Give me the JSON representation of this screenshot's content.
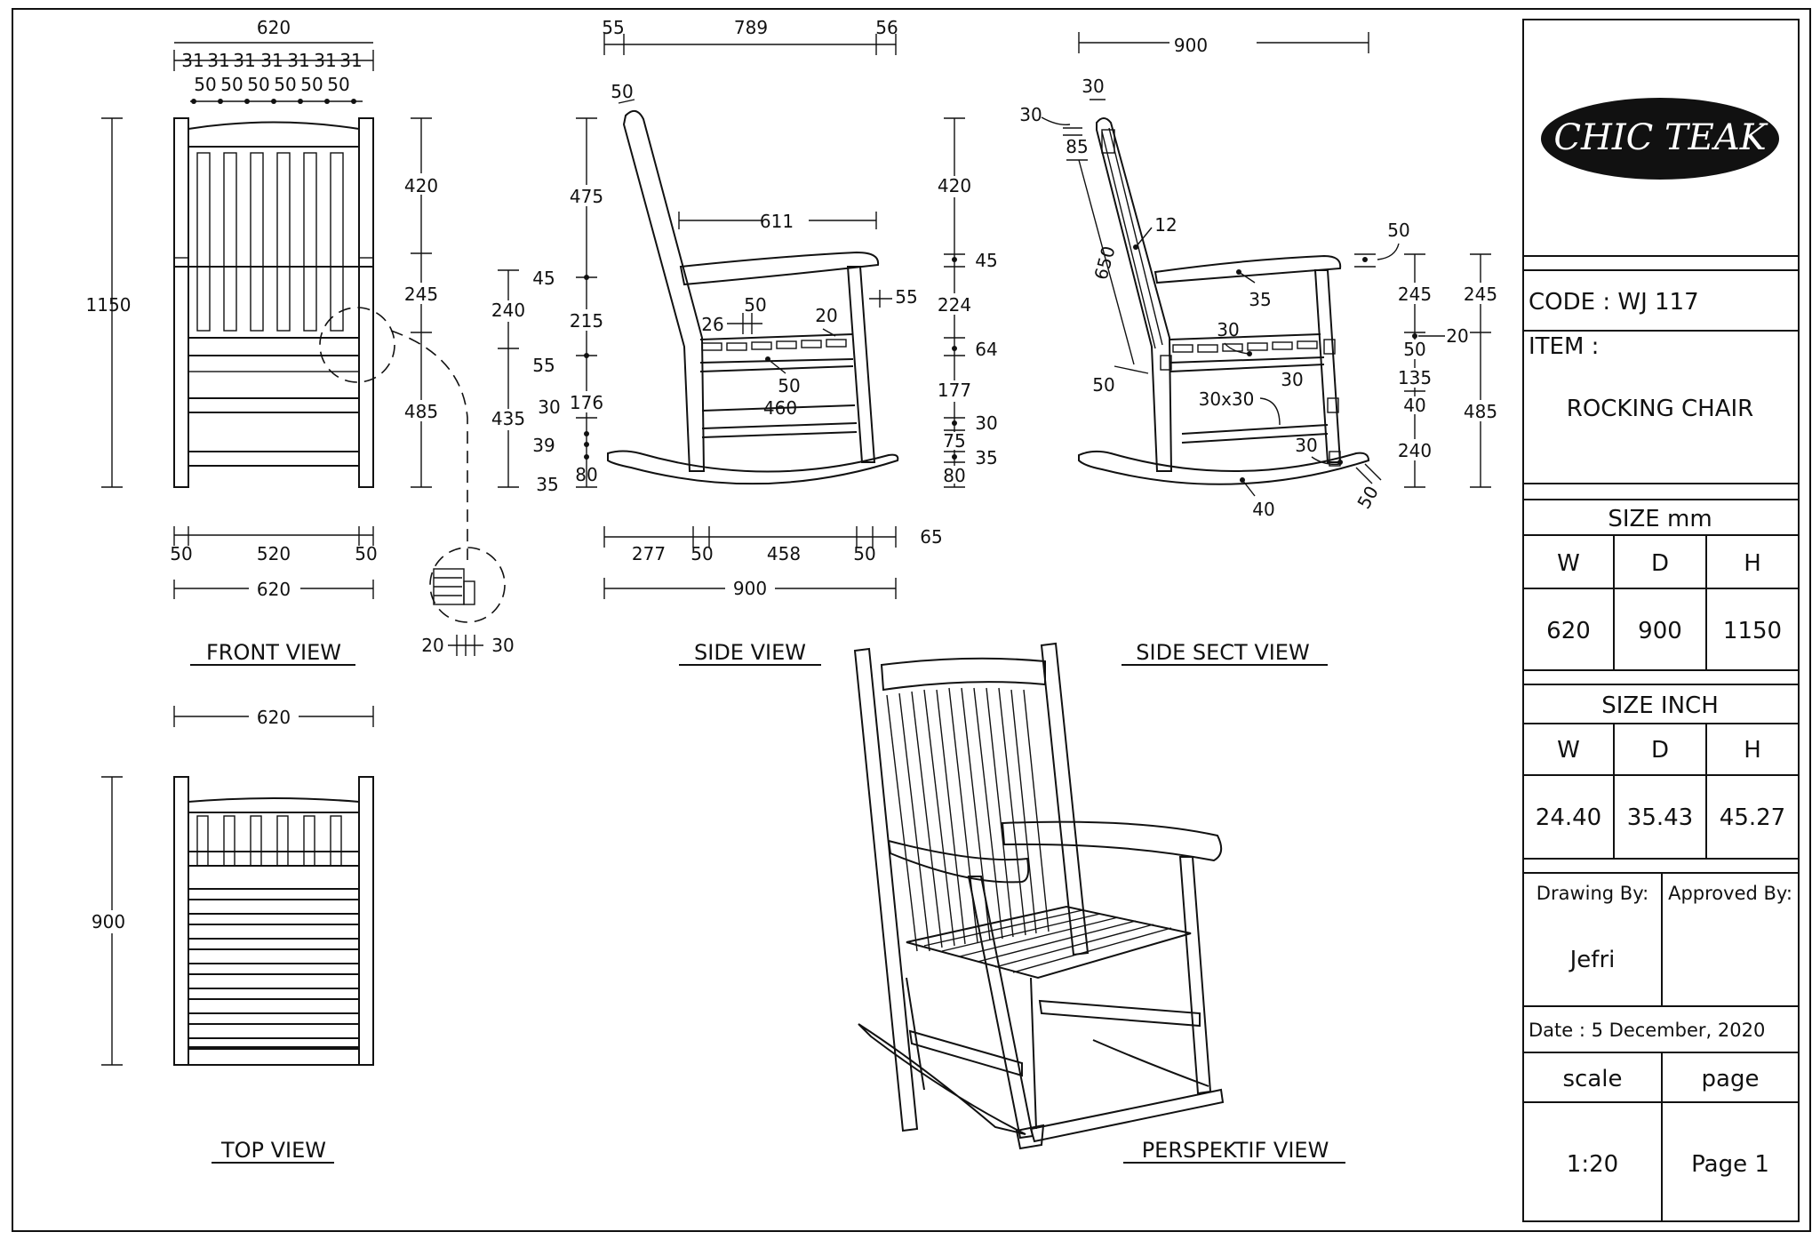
{
  "views": {
    "front": {
      "title": "FRONT VIEW"
    },
    "side": {
      "title": "SIDE VIEW"
    },
    "side_sect": {
      "title": "SIDE SECT VIEW"
    },
    "top": {
      "title": "TOP VIEW"
    },
    "perspective": {
      "title": "PERSPEKTIF VIEW"
    }
  },
  "dimensions": {
    "front": {
      "total_top": "620",
      "slat_gap": "31",
      "slat_width": "50",
      "height_total": "1150",
      "upper": "420",
      "mid": "245",
      "lower": "485",
      "leg_left": "50",
      "between": "520",
      "leg_right": "50",
      "total_bottom": "620"
    },
    "detail": {
      "a": "20",
      "b": "30"
    },
    "side": {
      "top_left": "55",
      "top_mid": "789",
      "top_right": "56",
      "post": "50",
      "h475": "475",
      "arm_len": "611",
      "h240": "240",
      "h45": "45",
      "h215": "215",
      "h55": "55",
      "h435": "435",
      "h176": "176",
      "h30": "30",
      "h39": "39",
      "h35": "35",
      "h80": "80",
      "slat26": "26",
      "slat50": "50",
      "slat20": "20",
      "seat50": "50",
      "rail460": "460",
      "arm55": "55",
      "r420": "420",
      "r45": "45",
      "r224": "224",
      "r64": "64",
      "r177": "177",
      "r30": "30",
      "r75": "75",
      "r35": "35",
      "r80": "80",
      "b277": "277",
      "b50a": "50",
      "b458": "458",
      "b50b": "50",
      "b65": "65",
      "b900": "900"
    },
    "sect": {
      "top900": "900",
      "t30": "30",
      "t30b": "30",
      "t85": "85",
      "t650": "650",
      "t12": "12",
      "t50": "50",
      "arm35": "35",
      "arm50": "50",
      "s30": "30",
      "s30b": "30",
      "s30x30": "30x30",
      "s30c": "30",
      "s40": "40",
      "s50": "50",
      "r245a": "245",
      "r20": "20",
      "r50": "50",
      "r135": "135",
      "r40": "40",
      "r240": "240",
      "r245b": "245",
      "r485": "485"
    },
    "top": {
      "width": "620",
      "depth": "900"
    }
  },
  "title_block": {
    "brand": "CHIC TEAK",
    "code": "CODE : WJ 117",
    "item_label": "ITEM :",
    "item_value": "ROCKING CHAIR",
    "size_mm_label": "SIZE mm",
    "size_inch_label": "SIZE INCH",
    "col_w": "W",
    "col_d": "D",
    "col_h": "H",
    "mm": {
      "w": "620",
      "d": "900",
      "h": "1150"
    },
    "inch": {
      "w": "24.40",
      "d": "35.43",
      "h": "45.27"
    },
    "drawing_by_label": "Drawing By:",
    "approved_by_label": "Approved By:",
    "drawing_by": "Jefri",
    "date": "Date : 5 December, 2020",
    "scale_label": "scale",
    "page_label": "page",
    "scale": "1:20",
    "page": "Page 1"
  }
}
